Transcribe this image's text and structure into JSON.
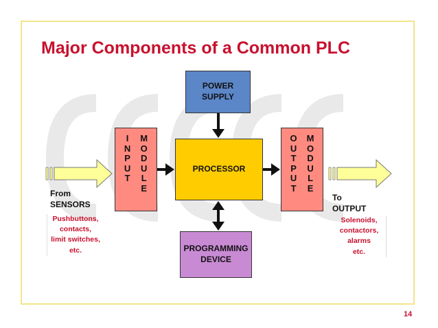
{
  "slide": {
    "title": "Major Components of a Common PLC",
    "page_number": "14"
  },
  "power_supply": {
    "label": "POWER\nSUPPLY"
  },
  "processor": {
    "label": "PROCESSOR"
  },
  "programming_device": {
    "label": "PROGRAMMING\nDEVICE"
  },
  "input_module": {
    "col1": [
      "I",
      "N",
      "P",
      "U",
      "T"
    ],
    "col2": [
      "M",
      "O",
      "D",
      "U",
      "L",
      "E"
    ]
  },
  "output_module": {
    "col1": [
      "O",
      "U",
      "T",
      "P",
      "U",
      "T"
    ],
    "col2": [
      "M",
      "O",
      "D",
      "U",
      "L",
      "E"
    ]
  },
  "input_side": {
    "label_line1": "From",
    "label_line2": "SENSORS",
    "examples": [
      "Pushbuttons,",
      "contacts,",
      "limit switches,",
      "etc."
    ]
  },
  "output_side": {
    "label_line1": "To",
    "label_line2": "OUTPUT",
    "examples": [
      "Solenoids,",
      "contactors,",
      "alarms",
      "etc."
    ]
  },
  "colors": {
    "title": "#c8102e",
    "power_supply": "#5b86c8",
    "processor": "#ffcc00",
    "programming_device": "#c98ad4",
    "io_module": "#ff8a80",
    "signal_arrow": "#ffff99",
    "frame": "#f2e58a"
  }
}
